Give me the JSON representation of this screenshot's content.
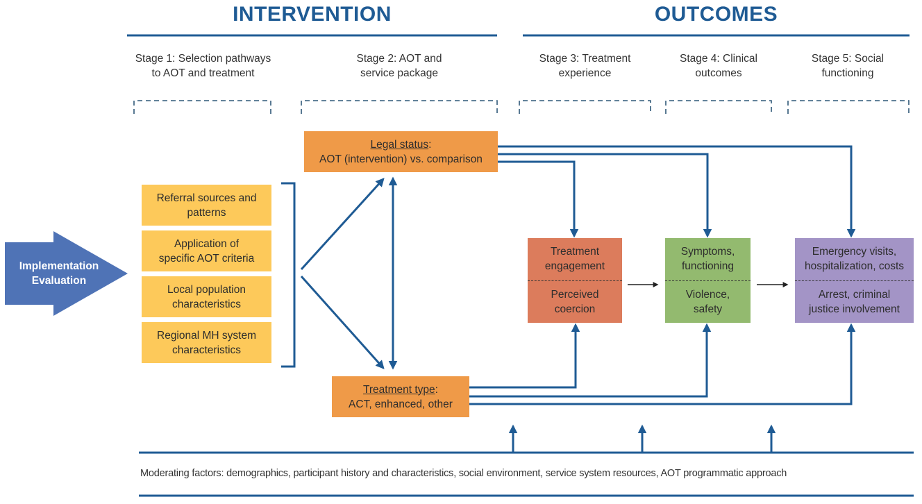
{
  "headers": {
    "intervention": "INTERVENTION",
    "outcomes": "OUTCOMES"
  },
  "stages": [
    {
      "line1": "Stage 1: Selection pathways",
      "line2": "to AOT and treatment"
    },
    {
      "line1": "Stage 2: AOT and",
      "line2": "service package"
    },
    {
      "line1": "Stage 3: Treatment",
      "line2": "experience"
    },
    {
      "line1": "Stage 4: Clinical",
      "line2": "outcomes"
    },
    {
      "line1": "Stage 5: Social",
      "line2": "functioning"
    }
  ],
  "implementation_arrow": {
    "line1": "Implementation",
    "line2": "Evaluation"
  },
  "selection_factors": [
    {
      "line1": "Referral sources and",
      "line2": "patterns"
    },
    {
      "line1": "Application of",
      "line2": "specific AOT criteria"
    },
    {
      "line1": "Local population",
      "line2": "characteristics"
    },
    {
      "line1": "Regional MH system",
      "line2": "characteristics"
    }
  ],
  "legal_status": {
    "label": "Legal status",
    "colon": ":",
    "value": "AOT (intervention) vs. comparison"
  },
  "treatment_type": {
    "label": "Treatment type",
    "colon": ":",
    "value": "ACT, enhanced, other"
  },
  "outcome_boxes": [
    {
      "top": {
        "line1": "Treatment",
        "line2": "engagement"
      },
      "bottom": {
        "line1": "Perceived",
        "line2": "coercion"
      }
    },
    {
      "top": {
        "line1": "Symptoms,",
        "line2": "functioning"
      },
      "bottom": {
        "line1": "Violence,",
        "line2": "safety"
      }
    },
    {
      "top": {
        "line1": "Emergency visits,",
        "line2": "hospitalization, costs"
      },
      "bottom": {
        "line1": "Arrest, criminal",
        "line2": "justice involvement"
      }
    }
  ],
  "moderating_factors": "Moderating factors: demographics, participant history and characteristics, social environment, service system resources, AOT programmatic approach",
  "colors": {
    "primary_blue": "#1f5b94",
    "arrow_blue": "#4f73b6",
    "yellow": "#fdc95a",
    "orange": "#ef9a48",
    "stage3": "#dc7c5c",
    "stage4": "#93ba6f",
    "stage5": "#a394c6"
  }
}
